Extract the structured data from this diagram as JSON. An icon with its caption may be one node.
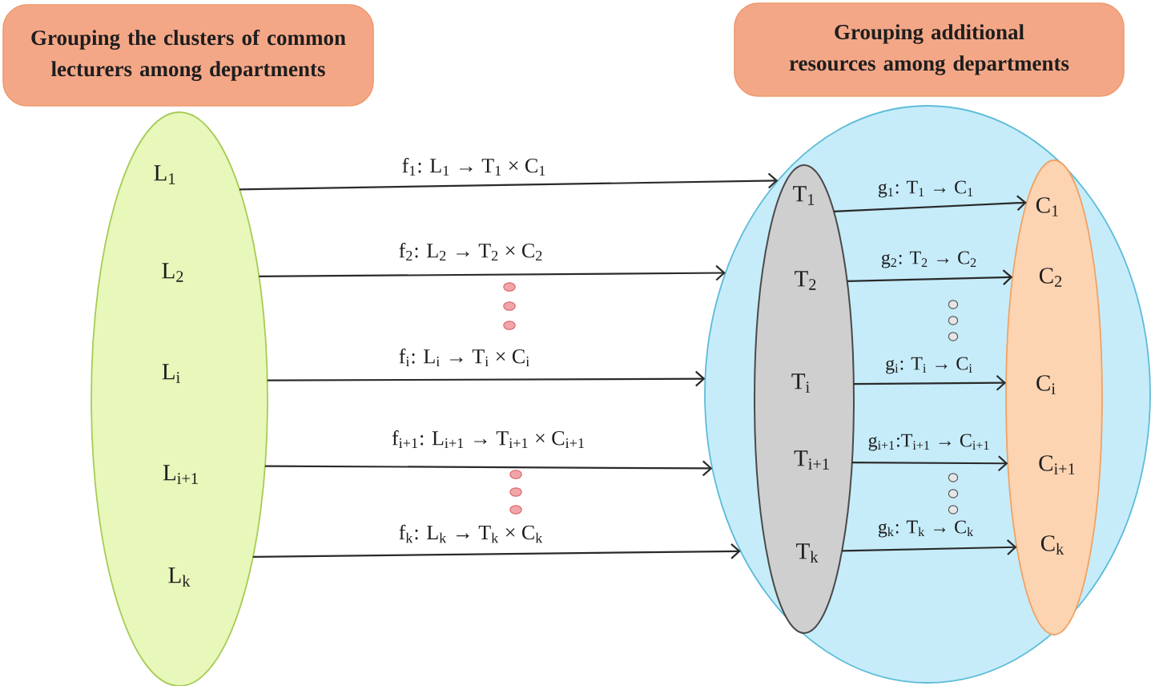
{
  "diagram": {
    "nodes": [
      {
        "text": [
          "Grouping the clusters of common lecturers among departments"
        ]
      },
      {
        "text": [
          "Grouping additional resources among departments"
        ]
      },
      {
        "text": [
          "L$_{1}$",
          "L$_{2}$",
          "L$_{i}$",
          "L$_{i+1}$",
          "L$_{k}$"
        ]
      },
      {
        "text": [],
        "shape": "circle"
      },
      {
        "text": [
          "T$_{1}$",
          "T$_{2}$",
          "T$_{i}$",
          "T$_{i+1}$",
          "T$_{k}$"
        ],
        "in": 3
      },
      {
        "text": [
          "C$_{1}$",
          "C$_{2}$",
          "C$_{i}$",
          "C$_{i+1}$",
          "C$_{k}$"
        ],
        "in": 3
      }
    ],
    "edges": [
      {
        "from": 2,
        "to": 3,
        "arrow": "to",
        "label": "f$_{1}$: L$_{1}$ → T$_{1}$ × C$_{1}$"
      },
      {
        "from": 2,
        "to": 3,
        "arrow": "to",
        "label": "f$_{2}$: L$_{2}$ → T$_{2}$ × C$_{2}$"
      },
      {
        "from": 2,
        "to": 3,
        "arrow": "to",
        "label": "f$_{i}$: L$_{i}$ → T$_{i}$ × C$_{i}$"
      },
      {
        "from": 2,
        "to": 3,
        "arrow": "to",
        "label": "f$_{i+1}$: L$_{i+1}$ → T$_{i+1}$ × C$_{i+1}$"
      },
      {
        "from": 2,
        "to": 3,
        "arrow": "to",
        "label": "f$_{k}$: L$_{k}$ → T$_{k}$ × C$_{k}$"
      },
      {
        "from": 4,
        "to": 5,
        "arrow": "to",
        "label": "g$_{1}$: T$_{1}$ → C$_{1}$"
      },
      {
        "from": 4,
        "to": 5,
        "arrow": "to",
        "label": "g$_{2}$: T$_{2}$ → C$_{2}$"
      },
      {
        "from": 4,
        "to": 5,
        "arrow": "to",
        "label": "g$_{i}$: T$_{i}$ → C$_{i}$"
      },
      {
        "from": 4,
        "to": 5,
        "arrow": "to",
        "label": "g$_{i+1}$:T$_{i+1}$ → C$_{i+1}$"
      },
      {
        "from": 4,
        "to": 5,
        "arrow": "to",
        "label": "g$_{k}$: T$_{k}$ → C$_{k}$"
      }
    ]
  }
}
